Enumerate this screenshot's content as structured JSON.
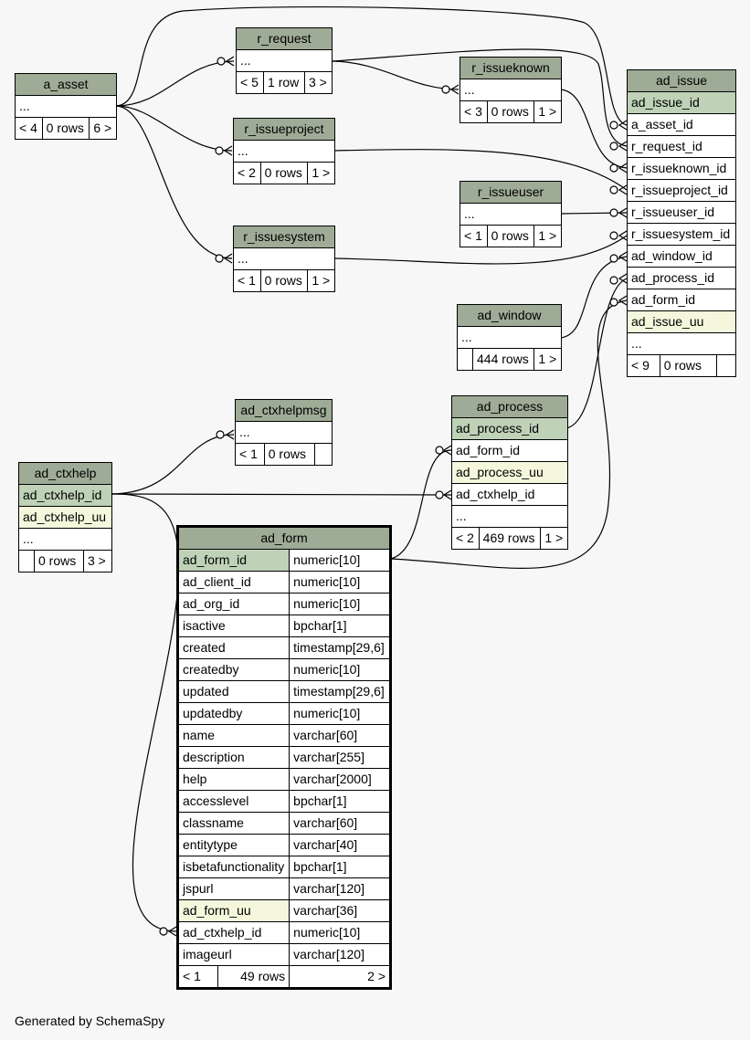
{
  "tables": {
    "a_asset": {
      "name": "a_asset",
      "cols": [
        "..."
      ],
      "foot": [
        "< 4",
        "0 rows",
        "6 >"
      ]
    },
    "r_request": {
      "name": "r_request",
      "cols": [
        "..."
      ],
      "foot": [
        "< 5",
        "1 row",
        "3 >"
      ]
    },
    "r_issueknown": {
      "name": "r_issueknown",
      "cols": [
        "..."
      ],
      "foot": [
        "< 3",
        "0 rows",
        "1 >"
      ]
    },
    "r_issueproject": {
      "name": "r_issueproject",
      "cols": [
        "..."
      ],
      "foot": [
        "< 2",
        "0 rows",
        "1 >"
      ]
    },
    "r_issueuser": {
      "name": "r_issueuser",
      "cols": [
        "..."
      ],
      "foot": [
        "< 1",
        "0 rows",
        "1 >"
      ]
    },
    "r_issuesystem": {
      "name": "r_issuesystem",
      "cols": [
        "..."
      ],
      "foot": [
        "< 1",
        "0 rows",
        "1 >"
      ]
    },
    "ad_window": {
      "name": "ad_window",
      "cols": [
        "..."
      ],
      "foot": [
        "",
        "444 rows",
        "1 >"
      ]
    },
    "ad_ctxhelpmsg": {
      "name": "ad_ctxhelpmsg",
      "cols": [
        "..."
      ],
      "foot": [
        "< 1",
        "0 rows",
        ""
      ]
    },
    "ad_ctxhelp": {
      "name": "ad_ctxhelp",
      "cols": [
        "ad_ctxhelp_id",
        "ad_ctxhelp_uu",
        "..."
      ],
      "foot": [
        "",
        "0 rows",
        "3 >"
      ]
    },
    "ad_process": {
      "name": "ad_process",
      "cols": [
        "ad_process_id",
        "ad_form_id",
        "ad_process_uu",
        "ad_ctxhelp_id",
        "..."
      ],
      "foot": [
        "< 2",
        "469 rows",
        "1 >"
      ]
    },
    "ad_issue": {
      "name": "ad_issue",
      "cols": [
        "ad_issue_id",
        "a_asset_id",
        "r_request_id",
        "r_issueknown_id",
        "r_issueproject_id",
        "r_issueuser_id",
        "r_issuesystem_id",
        "ad_window_id",
        "ad_process_id",
        "ad_form_id",
        "ad_issue_uu",
        "..."
      ],
      "foot": [
        "< 9",
        "0 rows",
        ""
      ]
    },
    "ad_form": {
      "name": "ad_form",
      "rows": [
        [
          "ad_form_id",
          "numeric[10]"
        ],
        [
          "ad_client_id",
          "numeric[10]"
        ],
        [
          "ad_org_id",
          "numeric[10]"
        ],
        [
          "isactive",
          "bpchar[1]"
        ],
        [
          "created",
          "timestamp[29,6]"
        ],
        [
          "createdby",
          "numeric[10]"
        ],
        [
          "updated",
          "timestamp[29,6]"
        ],
        [
          "updatedby",
          "numeric[10]"
        ],
        [
          "name",
          "varchar[60]"
        ],
        [
          "description",
          "varchar[255]"
        ],
        [
          "help",
          "varchar[2000]"
        ],
        [
          "accesslevel",
          "bpchar[1]"
        ],
        [
          "classname",
          "varchar[60]"
        ],
        [
          "entitytype",
          "varchar[40]"
        ],
        [
          "isbetafunctionality",
          "bpchar[1]"
        ],
        [
          "jspurl",
          "varchar[120]"
        ],
        [
          "ad_form_uu",
          "varchar[36]"
        ],
        [
          "ad_ctxhelp_id",
          "numeric[10]"
        ],
        [
          "imageurl",
          "varchar[120]"
        ]
      ],
      "foot": [
        "< 1",
        "49 rows",
        "2 >"
      ]
    }
  },
  "colors": {
    "header": "#9eab96",
    "pk": "#bfd2b8",
    "uu": "#f4f7dc"
  },
  "footer": "Generated by SchemaSpy"
}
